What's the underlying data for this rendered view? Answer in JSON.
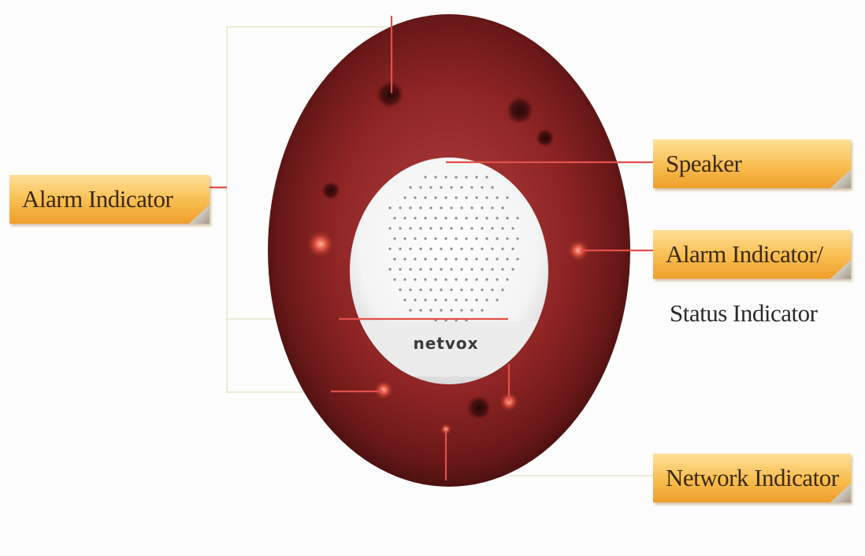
{
  "device": {
    "brand": "netvox",
    "ring_color": "#8e2424",
    "face_color": "#f7f7f7",
    "label_color": "#f8bd4e"
  },
  "labels": {
    "alarm_left": "Alarm Indicator",
    "speaker": "Speaker",
    "alarm_status_line1": "Alarm  Indicator/",
    "alarm_status_line2": "Status Indicator",
    "network": "Network Indicator"
  }
}
